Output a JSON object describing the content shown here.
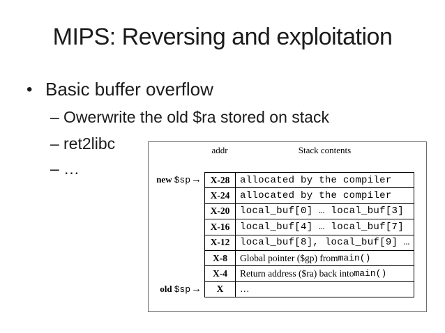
{
  "slide": {
    "title": "MIPS: Reversing and exploitation",
    "bullet_marker": "•",
    "dash_marker": "–",
    "level1": "Basic buffer overflow",
    "level2": [
      "Owerwrite the old $ra stored on stack",
      "ret2libc",
      "…"
    ]
  },
  "figure": {
    "header": {
      "addr": "addr",
      "contents": "Stack contents"
    },
    "pointers": {
      "new_prefix": "new",
      "old_prefix": "old",
      "register": "$sp",
      "arrow": "→"
    },
    "rows": [
      {
        "addr": "X-28",
        "content": "allocated by the compiler"
      },
      {
        "addr": "X-24",
        "content": "allocated by the compiler"
      },
      {
        "addr": "X-20",
        "content": "local_buf[0] … local_buf[3]"
      },
      {
        "addr": "X-16",
        "content": "local_buf[4] … local_buf[7]"
      },
      {
        "addr": "X-12",
        "content": "local_buf[8], local_buf[9] …"
      },
      {
        "addr": "X-8",
        "content_prefix": "Global pointer ($gp) from ",
        "content_mono": "main()"
      },
      {
        "addr": "X-4",
        "content_prefix": "Return address ($ra) back into ",
        "content_mono": "main()"
      },
      {
        "addr": "X",
        "content": "…"
      }
    ],
    "colors": {
      "outer_border": "#6e6e6e",
      "table_border": "#000000",
      "text": "#000000"
    }
  }
}
